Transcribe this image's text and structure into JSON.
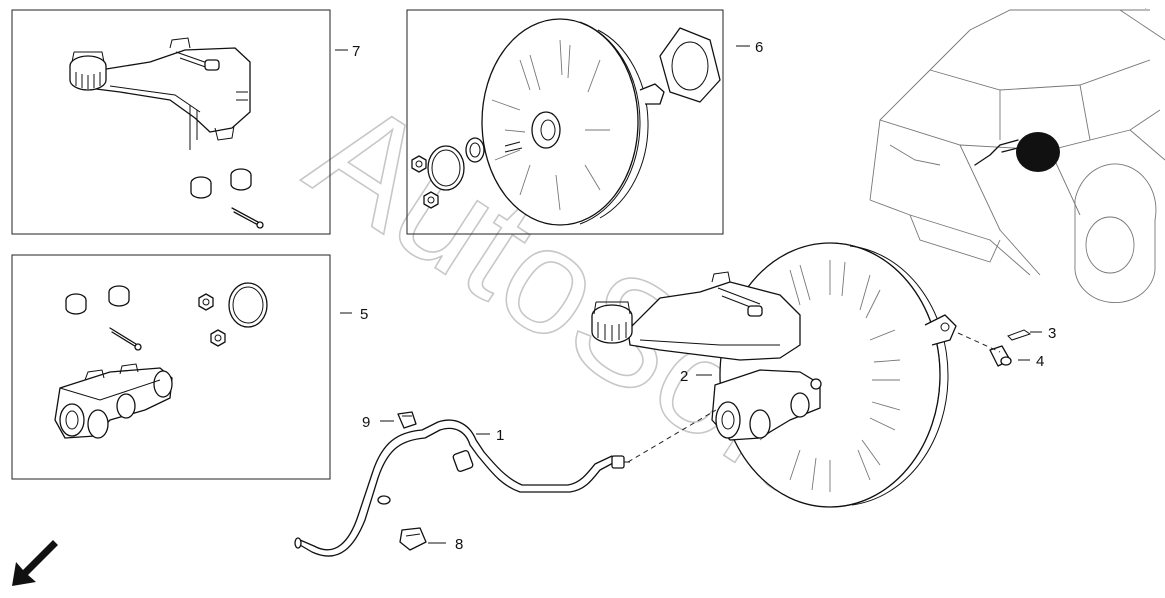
{
  "callouts": [
    {
      "id": "1",
      "label": "1"
    },
    {
      "id": "2",
      "label": "2"
    },
    {
      "id": "3",
      "label": "3"
    },
    {
      "id": "4",
      "label": "4"
    },
    {
      "id": "5",
      "label": "5"
    },
    {
      "id": "6",
      "label": "6"
    },
    {
      "id": "7",
      "label": "7"
    },
    {
      "id": "8",
      "label": "8"
    },
    {
      "id": "9",
      "label": "9"
    }
  ],
  "watermark": "AutoSoft",
  "icons": {
    "front_direction": "arrow-down-left-icon",
    "vehicle": "car-icon"
  },
  "colors": {
    "line": "#111111",
    "watermark": "#9a9a9a"
  }
}
